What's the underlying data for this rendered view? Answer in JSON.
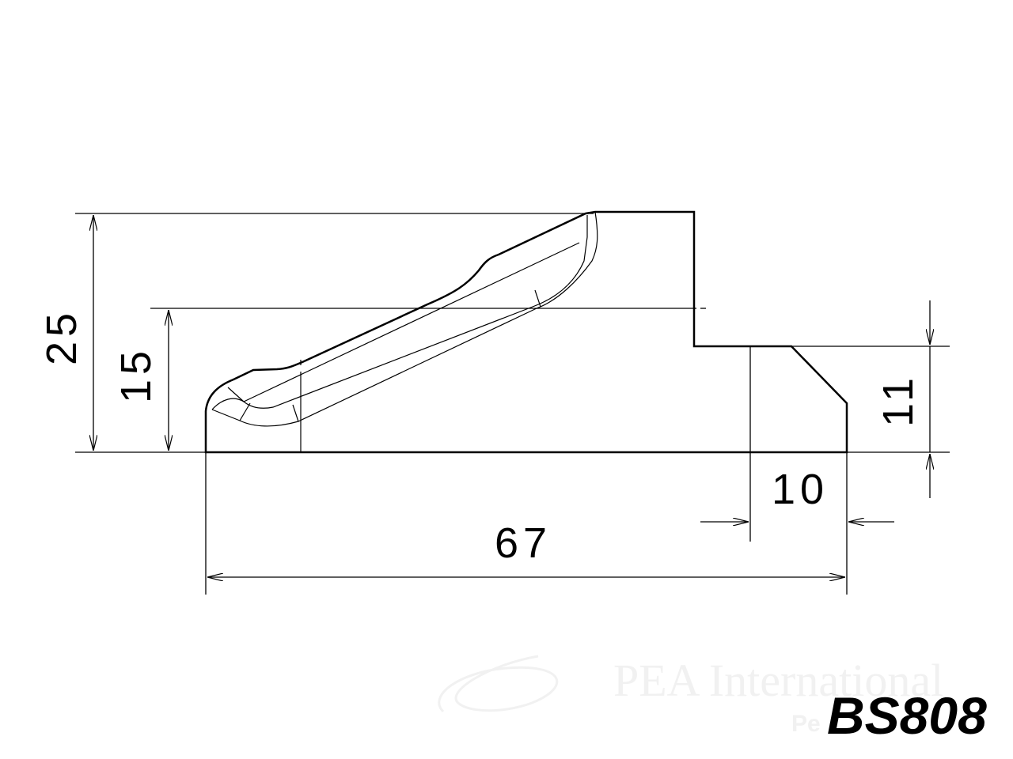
{
  "drawing": {
    "dimensions": {
      "overall_height": "25",
      "mid_height": "15",
      "step_height": "11",
      "step_width": "10",
      "overall_width": "67"
    },
    "product_code": "BS808",
    "watermark": "PEA International"
  },
  "colors": {
    "line": "#000000",
    "background": "#ffffff",
    "watermark": "#f1f1f1"
  }
}
